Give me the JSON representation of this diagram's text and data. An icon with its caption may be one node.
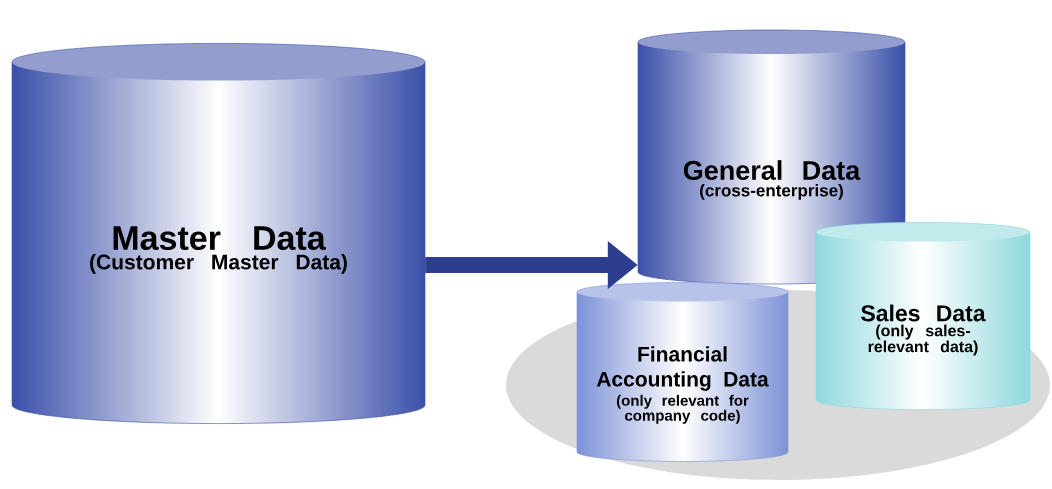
{
  "diagram": {
    "nodes": [
      {
        "text": [
          "Master Data",
          "(Customer Master Data)"
        ]
      },
      {
        "text": [
          "General Data",
          "(cross-enterprise)"
        ]
      },
      {
        "text": [
          "Sales Data",
          "(only sales-relevant data)"
        ]
      },
      {
        "text": [
          "Financial Accounting Data",
          "(only relevant for company code)"
        ]
      }
    ],
    "edges": [
      {
        "from": 0,
        "to": 1,
        "arrow": "to"
      }
    ]
  }
}
